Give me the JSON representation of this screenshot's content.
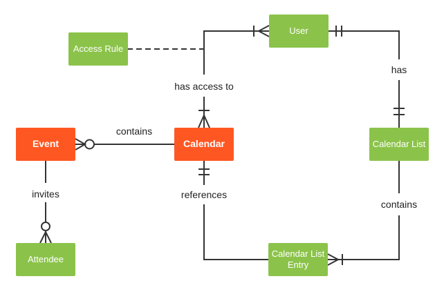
{
  "diagram": {
    "type": "entity-relationship-diagram",
    "notation": "crow's foot",
    "colors": {
      "entity_green": "#8BC34A",
      "entity_orange": "#FF5722",
      "connector_line": "#333333",
      "relationship_text": "#212121",
      "entity_text": "#FFFFFF",
      "background": "#FFFFFF"
    },
    "entities": {
      "user": {
        "label": "User",
        "color": "#8BC34A"
      },
      "access_rule": {
        "label": "Access Rule",
        "color": "#8BC34A"
      },
      "event": {
        "label": "Event",
        "color": "#FF5722"
      },
      "calendar": {
        "label": "Calendar",
        "color": "#FF5722"
      },
      "calendar_list": {
        "label": "Calendar List",
        "color": "#8BC34A"
      },
      "attendee": {
        "label": "Attendee",
        "color": "#8BC34A"
      },
      "calendar_list_entry": {
        "label": "Calendar List Entry",
        "color": "#8BC34A"
      }
    },
    "relationships": {
      "has_access_to": {
        "label": "has access to",
        "between": [
          "User",
          "Calendar"
        ],
        "user_end": "one or many",
        "calendar_end": "one or many",
        "line_style": "solid"
      },
      "has": {
        "label": "has",
        "between": [
          "User",
          "Calendar List"
        ],
        "user_end": "one and only one",
        "calendar_list_end": "one and only one",
        "line_style": "solid"
      },
      "contains_events": {
        "label": "contains",
        "between": [
          "Calendar",
          "Event"
        ],
        "event_end": "zero or many",
        "calendar_end": "plain",
        "line_style": "solid"
      },
      "invites": {
        "label": "invites",
        "between": [
          "Event",
          "Attendee"
        ],
        "event_end": "plain",
        "attendee_end": "zero or many",
        "line_style": "solid"
      },
      "references": {
        "label": "references",
        "between": [
          "Calendar",
          "Calendar List Entry"
        ],
        "calendar_end": "one and only one",
        "entry_end": "plain",
        "line_style": "solid"
      },
      "contains_entries": {
        "label": "contains",
        "between": [
          "Calendar List",
          "Calendar List Entry"
        ],
        "calendar_list_end": "plain",
        "entry_end": "one or many",
        "line_style": "solid"
      },
      "access_rule_link": {
        "label": "",
        "between": [
          "Access Rule",
          "has access to"
        ],
        "line_style": "dashed"
      }
    }
  }
}
